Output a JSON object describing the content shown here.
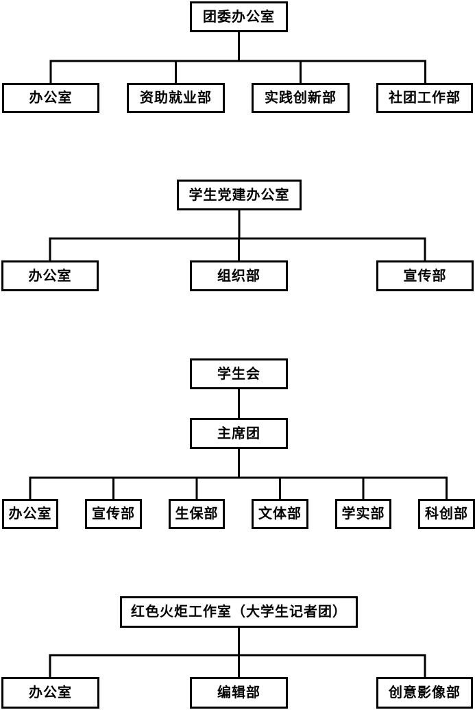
{
  "diagram_type": "organization-chart",
  "colors": {
    "background": "#ffffff",
    "line": "#000000",
    "box_border": "#000000",
    "box_fill": "#ffffff",
    "text": "#000000"
  },
  "charts": [
    {
      "root": "团委办公室",
      "children": [
        "办公室",
        "资助就业部",
        "实践创新部",
        "社团工作部"
      ]
    },
    {
      "root": "学生党建办公室",
      "children": [
        "办公室",
        "组织部",
        "宣传部"
      ]
    },
    {
      "root": "学生会",
      "intermediate": "主席团",
      "children": [
        "办公室",
        "宣传部",
        "生保部",
        "文体部",
        "学实部",
        "科创部"
      ]
    },
    {
      "root": "红色火炬工作室（大学生记者团）",
      "children": [
        "办公室",
        "编辑部",
        "创意影像部"
      ]
    }
  ]
}
